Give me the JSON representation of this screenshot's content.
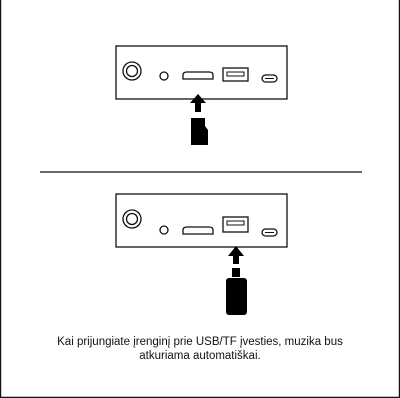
{
  "caption": {
    "line1": "Kai prijungiate įrenginį prie USB/TF įvesties, muzika bus",
    "line2": "atkuriama automatiškai."
  },
  "panels": [
    {
      "name": "tf-card-insertion",
      "device": "tf-card",
      "target_port": "tf-card-slot"
    },
    {
      "name": "usb-drive-insertion",
      "device": "usb-drive",
      "target_port": "usb-a-port"
    }
  ],
  "ports": [
    "aux-jack",
    "button",
    "tf-card-slot",
    "usb-a-port",
    "usb-c-port"
  ],
  "colors": {
    "stroke": "#111111",
    "fill": "#000000",
    "background": "#ffffff"
  },
  "icons": [
    "arrow-up-icon",
    "tf-card-icon",
    "usb-drive-icon"
  ]
}
